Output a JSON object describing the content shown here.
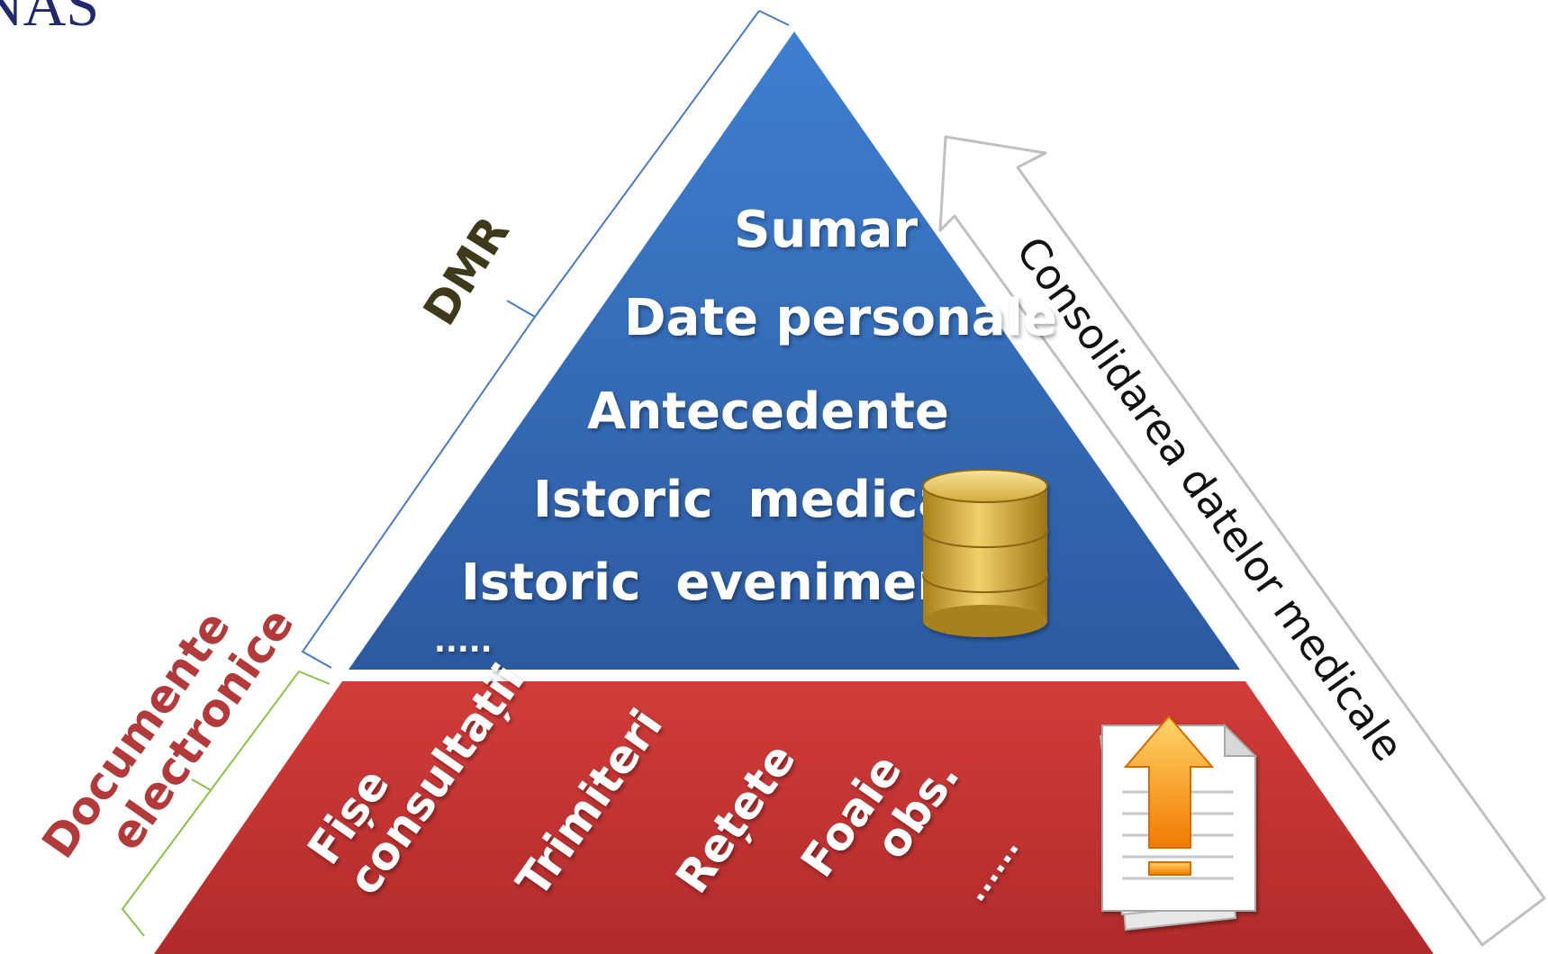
{
  "logo": {
    "text": "NAS"
  },
  "dmr": {
    "label": "DMR",
    "items": [
      "Sumar",
      "Date personale",
      "Antecedente",
      "Istoric  medical",
      "Istoric  evenimente",
      "....."
    ]
  },
  "documents": {
    "label_line1": "Documente",
    "label_line2": "electronice",
    "items": [
      {
        "line1": "Fișe",
        "line2": "consultații"
      },
      {
        "line1": "Trimiteri",
        "line2": ""
      },
      {
        "line1": "Rețete",
        "line2": ""
      },
      {
        "line1": "Foaie",
        "line2": "obs."
      },
      {
        "line1": "......",
        "line2": ""
      }
    ]
  },
  "arrow": {
    "label": "Consolidarea datelor medicale"
  },
  "icons": {
    "database": "database-icon",
    "documents_upload": "document-upload-icon"
  },
  "colors": {
    "top_triangle": "#3568b0",
    "bottom_trapezoid": "#c73532",
    "dmr_label": "#3d3a1c",
    "documents_label": "#b33a3a",
    "database": "#c9a028",
    "upload_arrow": "#f28a0c",
    "bracket_dmr": "#4a7bc4",
    "bracket_docs": "#8dbf4a",
    "arrow_outline": "#c0c0c0"
  }
}
